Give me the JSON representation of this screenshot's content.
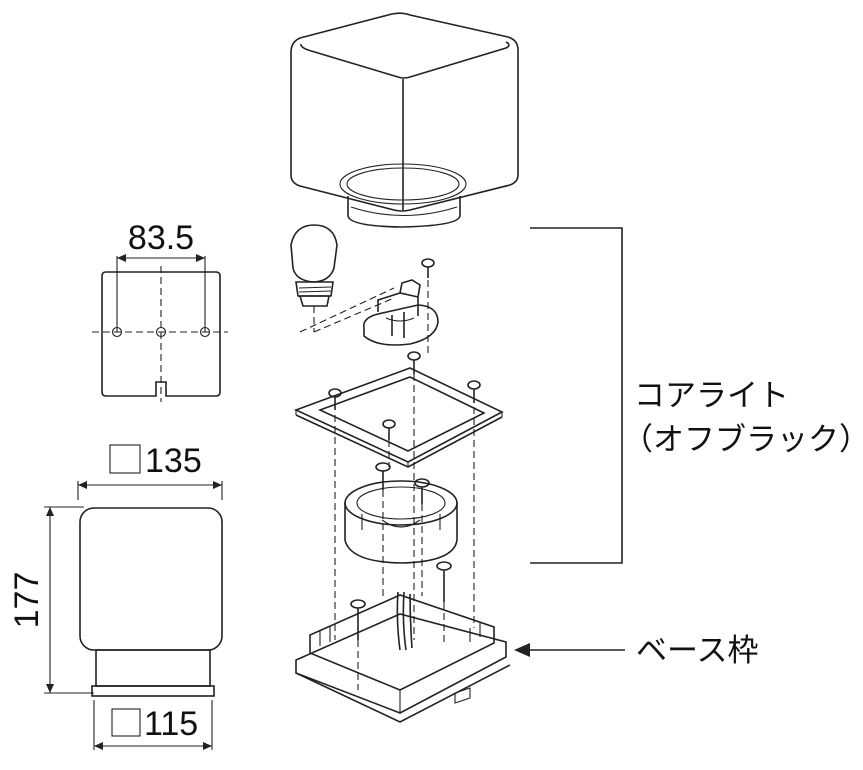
{
  "dimensions": {
    "hole_spacing": "83.5",
    "shade_width": "135",
    "height": "177",
    "base_width": "115"
  },
  "labels": {
    "core_light": "コアライト",
    "color_note": "（オフブラック）",
    "base_frame": "ベース枠"
  }
}
